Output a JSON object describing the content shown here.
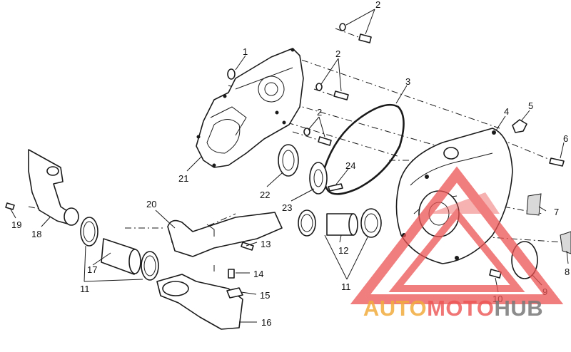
{
  "diagram": {
    "callouts": [
      "1",
      "2",
      "2",
      "2",
      "3",
      "4",
      "5",
      "6",
      "7",
      "8",
      "9",
      "10",
      "11",
      "11",
      "12",
      "13",
      "14",
      "15",
      "16",
      "17",
      "18",
      "19",
      "20",
      "21",
      "22",
      "23",
      "24"
    ]
  },
  "watermark": {
    "part1": "AUTO",
    "part2": "MOTO",
    "part3": "HUB",
    "colors": {
      "auto": "#f1ab3c",
      "moto": "#ec5353",
      "hub": "#787878"
    }
  }
}
